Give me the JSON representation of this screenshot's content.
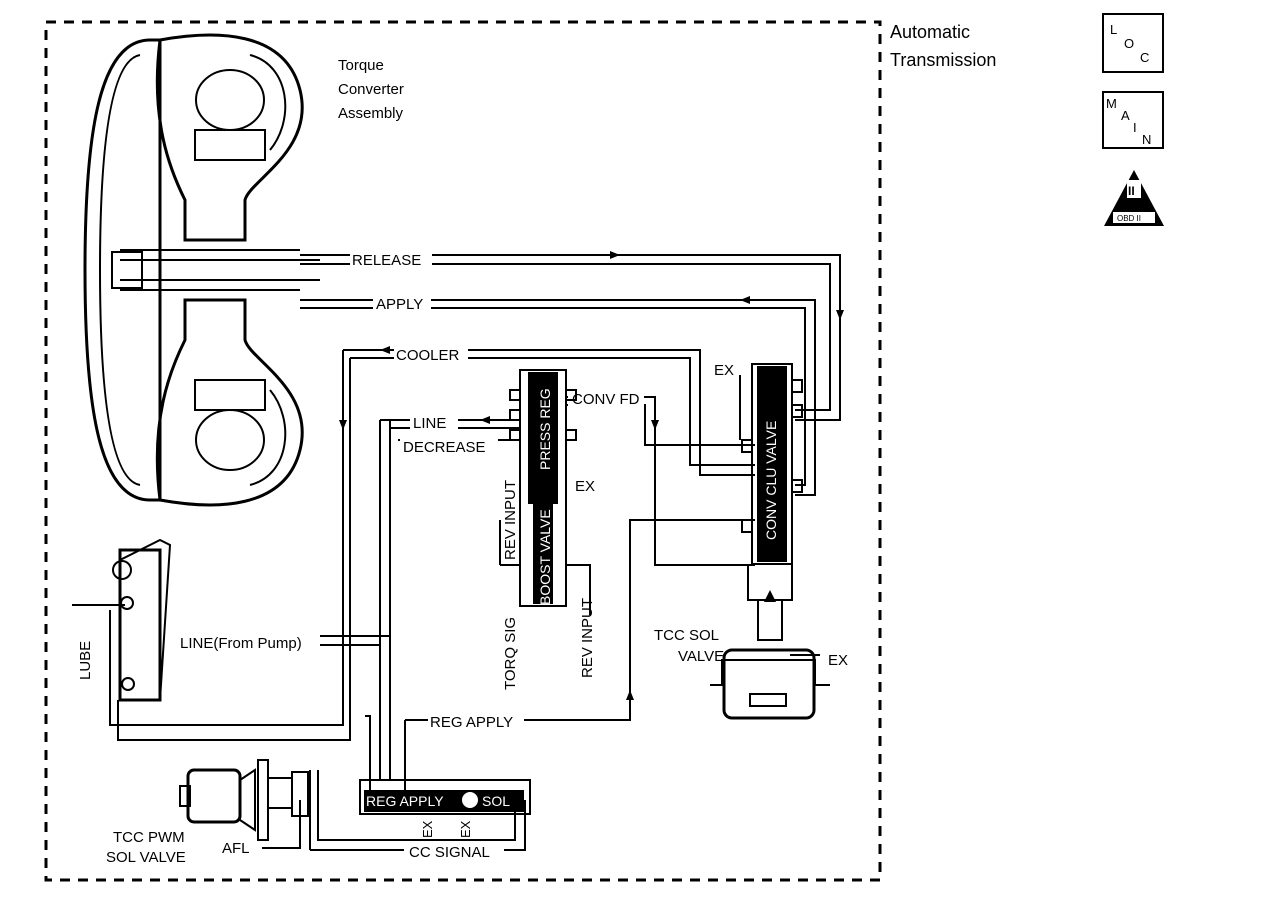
{
  "header": {
    "title_line1": "Automatic",
    "title_line2": "Transmission"
  },
  "badges": {
    "loc": {
      "l": "L",
      "o": "O",
      "c": "C"
    },
    "main": {
      "m": "M",
      "a": "A",
      "i": "I",
      "n": "N"
    },
    "obd": {
      "symbol": "II",
      "text": "OBD II",
      "icon": "obd-ii-triangle-icon"
    }
  },
  "diagram": {
    "torque_converter_line1": "Torque",
    "torque_converter_line2": "Converter",
    "torque_converter_line3": "Assembly",
    "release": "RELEASE",
    "apply": "APPLY",
    "cooler": "COOLER",
    "line": "LINE",
    "decrease": "DECREASE",
    "conv_fd": "CONV FD",
    "ex": "EX",
    "press_reg": "PRESS REG",
    "boost_valve": "BOOST VALVE",
    "rev_input": "REV INPUT",
    "torq_sig": "TORQ SIG",
    "conv_clu_valve": "CONV CLU VALVE",
    "tcc_sol_valve_line1": "TCC SOL",
    "tcc_sol_valve_line2": "VALVE",
    "line_from_pump": "LINE(From Pump)",
    "lube": "LUBE",
    "reg_apply": "REG APPLY",
    "reg_apply_valve": "REG APPLY",
    "sol": "SOL",
    "cc_signal": "CC SIGNAL",
    "afl": "AFL",
    "tcc_pwm_line1": "TCC PWM",
    "tcc_pwm_line2": "SOL VALVE"
  }
}
